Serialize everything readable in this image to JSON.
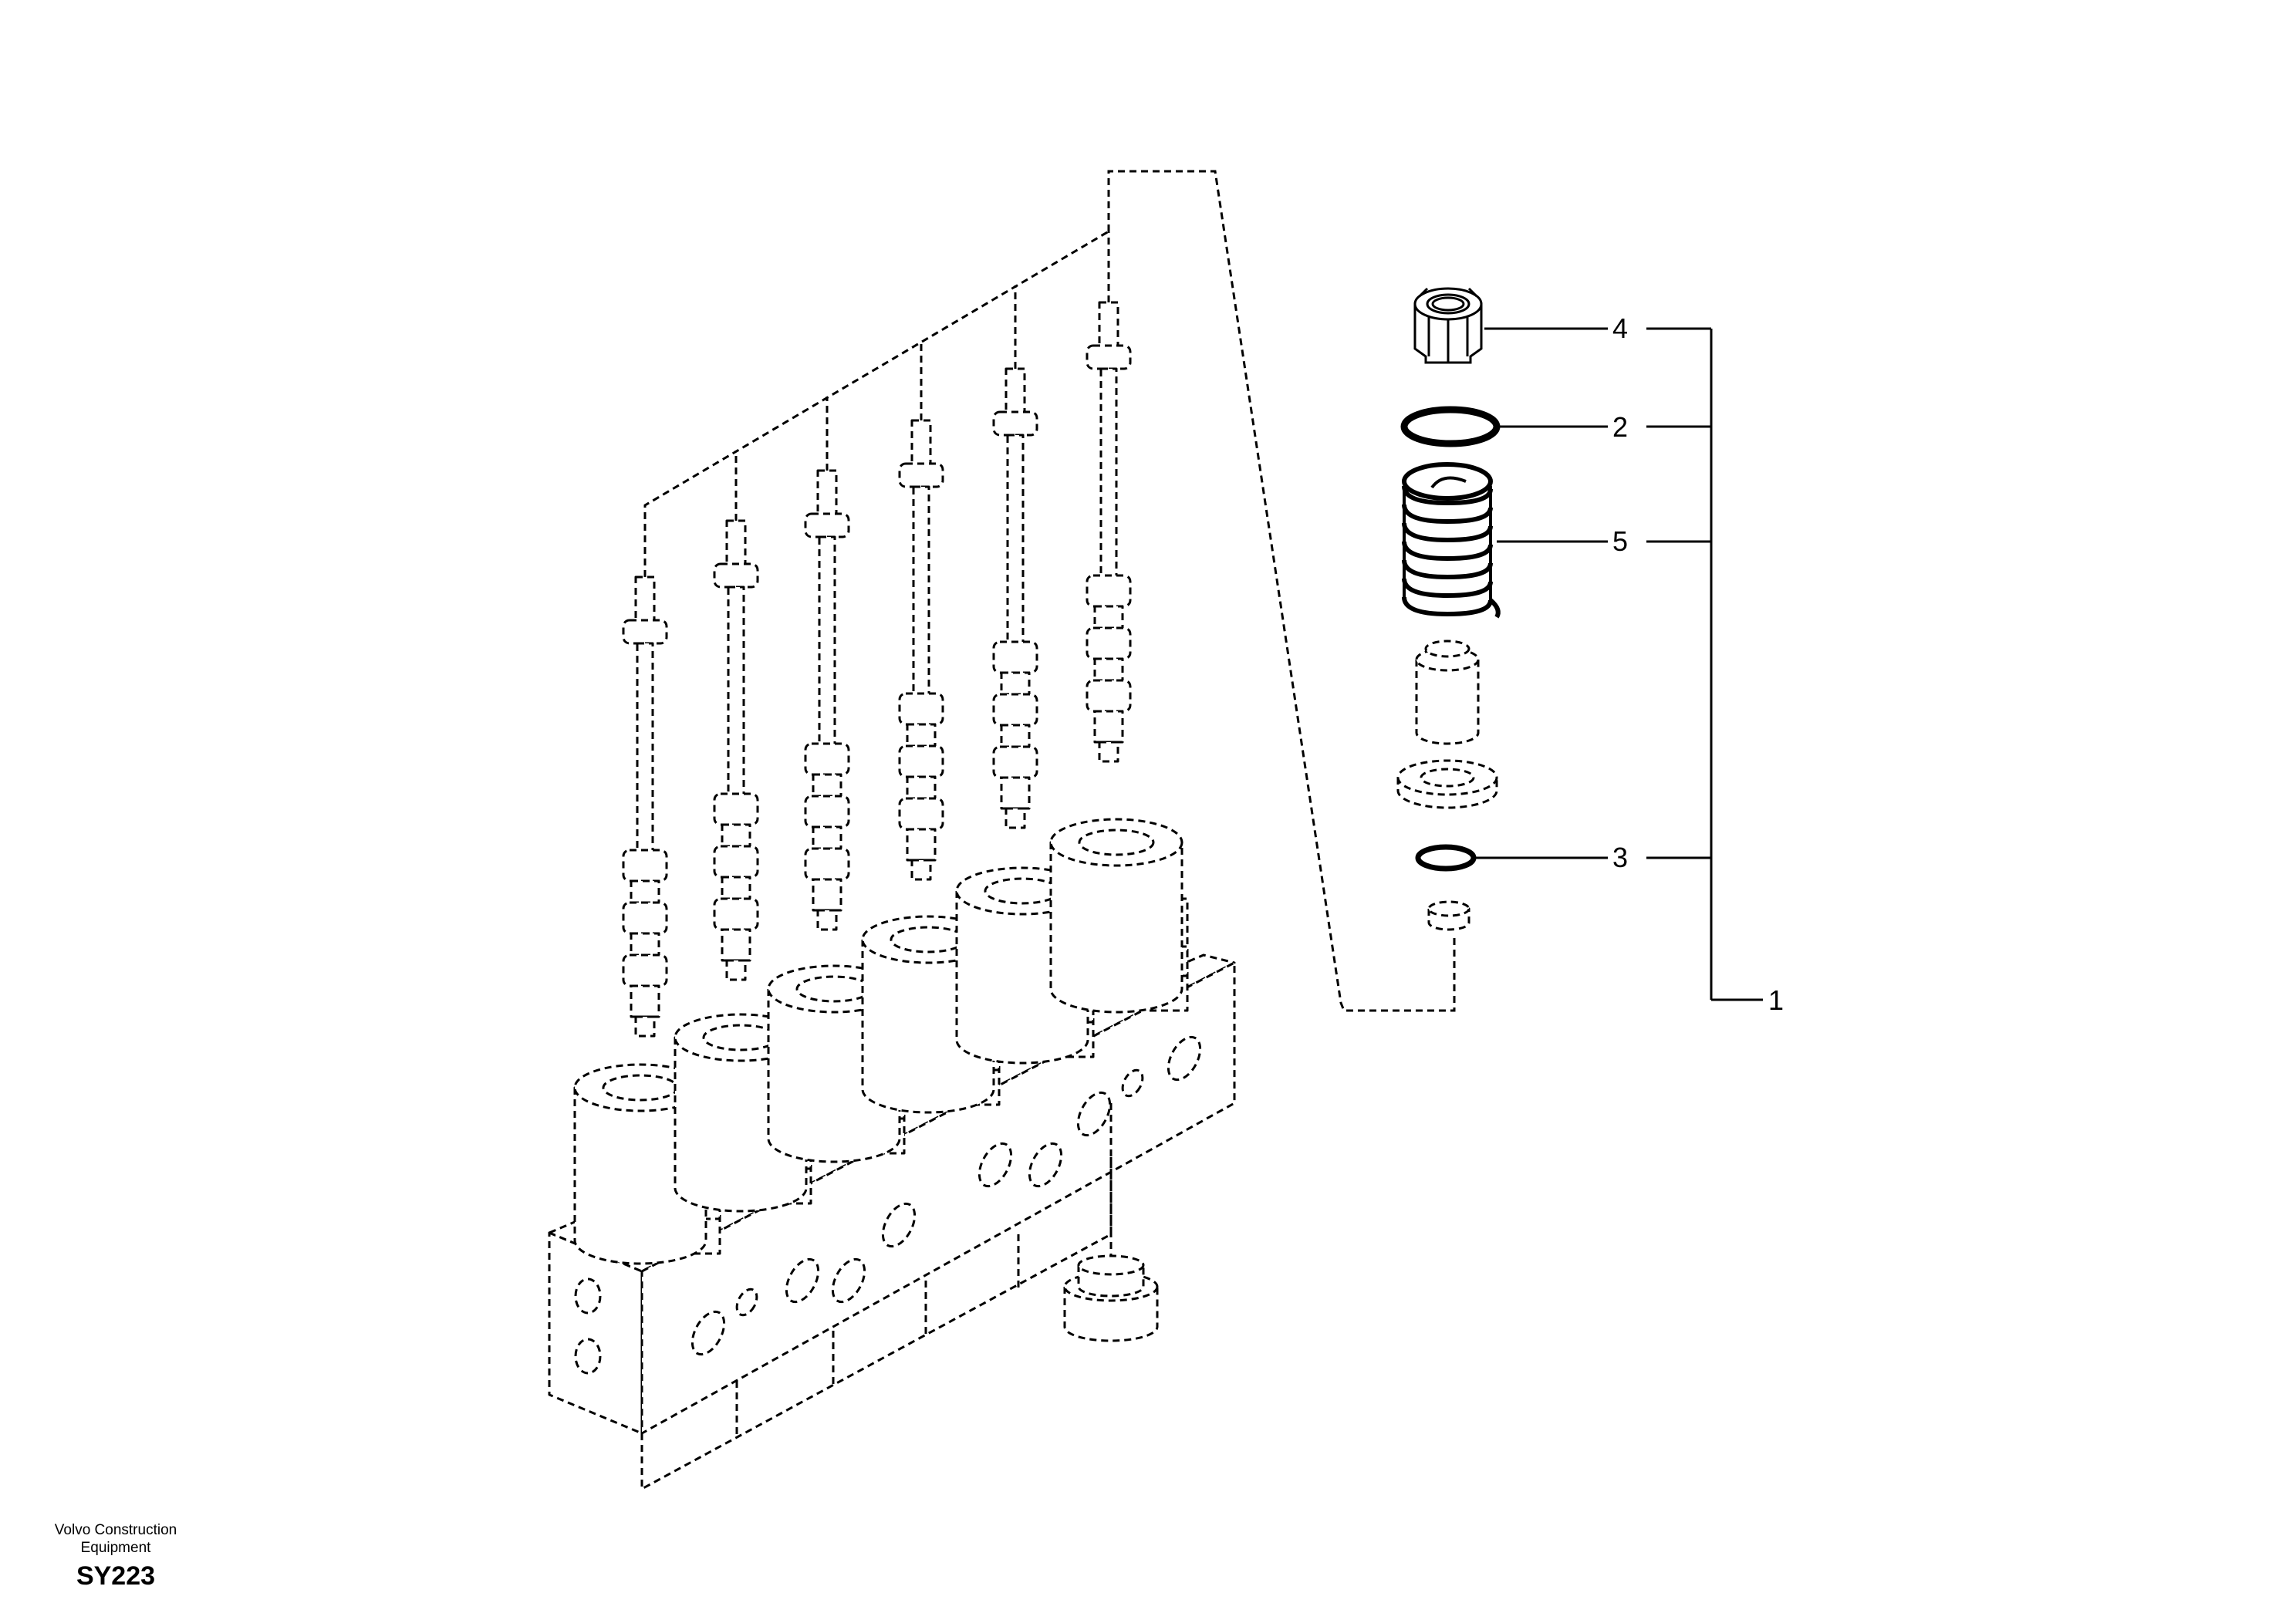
{
  "callouts": [
    {
      "id": "4"
    },
    {
      "id": "2"
    },
    {
      "id": "5"
    },
    {
      "id": "3"
    },
    {
      "id": "1"
    }
  ],
  "brand": {
    "line1": "Volvo Construction",
    "line2": "Equipment",
    "code": "SY223"
  }
}
